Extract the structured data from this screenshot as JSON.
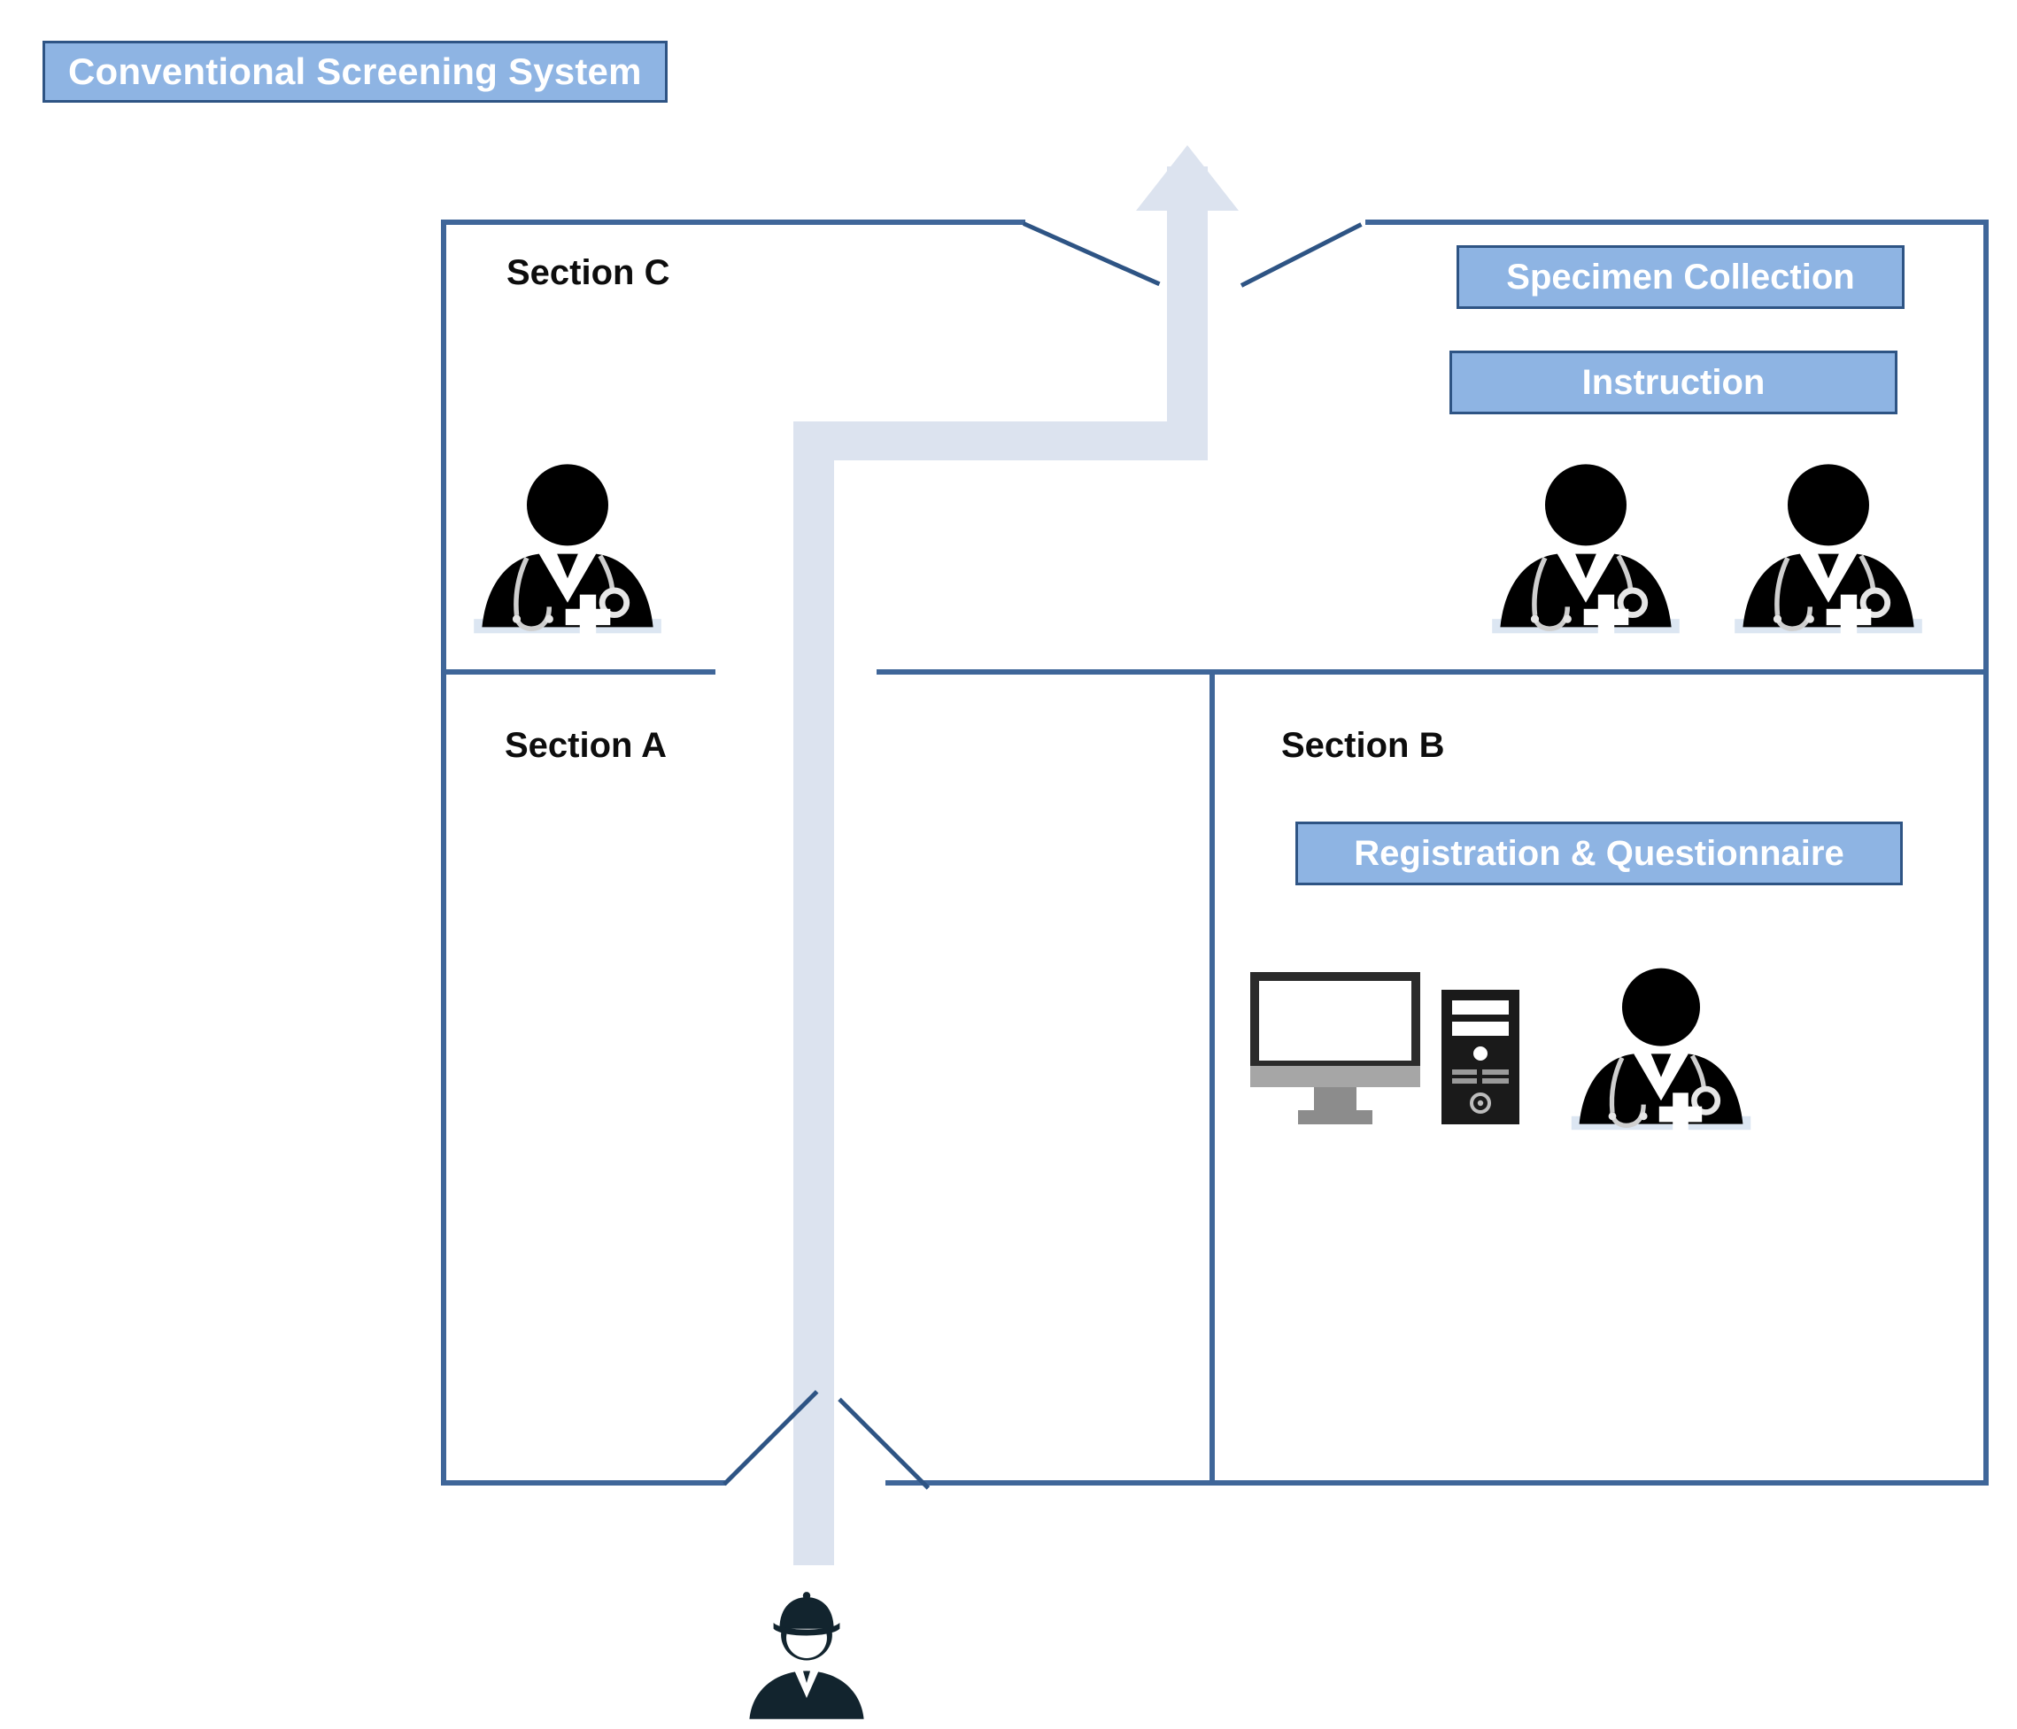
{
  "title": {
    "label": "Conventional Screening System"
  },
  "sections": [
    {
      "id": "section-c",
      "label": "Section C"
    },
    {
      "id": "section-a",
      "label": "Section A"
    },
    {
      "id": "section-b",
      "label": "Section B"
    }
  ],
  "chips": [
    {
      "id": "specimen",
      "label": "Specimen Collection"
    },
    {
      "id": "instruction",
      "label": "Instruction"
    },
    {
      "id": "registration",
      "label": "Registration & Questionnaire"
    }
  ],
  "icons": {
    "doctor_section_c": "doctor-icon",
    "doctor_specimen_1": "doctor-icon",
    "doctor_specimen_2": "doctor-icon",
    "doctor_registration": "doctor-icon",
    "computer_registration": "desktop-computer-icon",
    "patient_entry": "patient-icon"
  },
  "flow": {
    "arrow": "patient-flow-arrow",
    "direction": "up"
  },
  "colors": {
    "chip_fill": "#8EB4E3",
    "chip_border": "#2E5484",
    "wall": "#3F6699",
    "arrow": "#DCE3EF",
    "label_text": "#0d0d0d",
    "chip_text": "#ffffff"
  }
}
